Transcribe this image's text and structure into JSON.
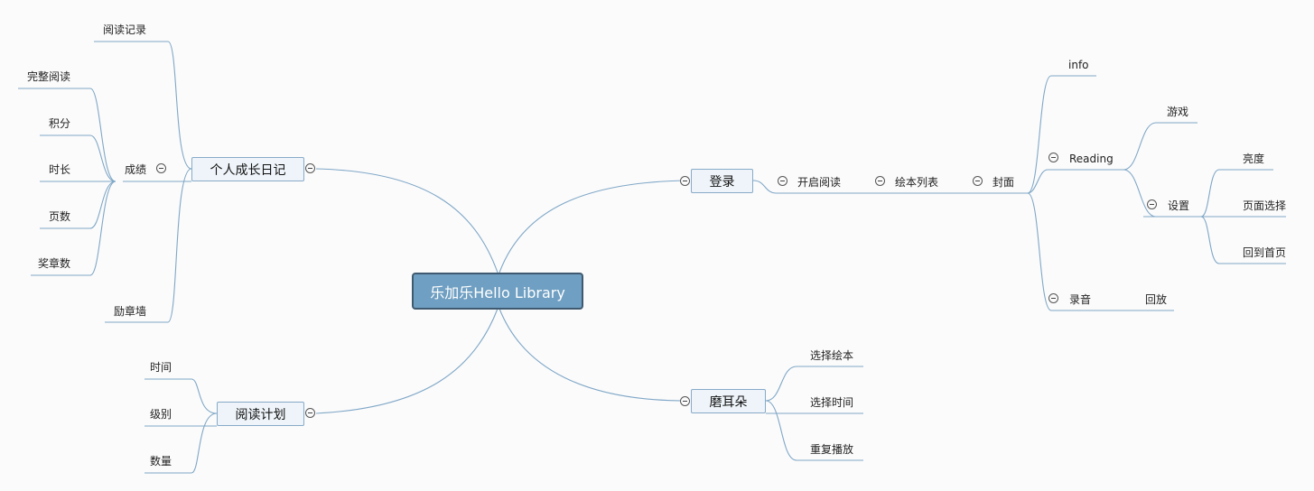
{
  "root": {
    "label": "乐加乐Hello Library"
  },
  "growth": {
    "label": "个人成长日记",
    "reading_record": "阅读记录",
    "score": "成绩",
    "score_items": [
      "完整阅读",
      "积分",
      "时长",
      "页数",
      "奖章数"
    ],
    "medal_wall": "励章墙"
  },
  "plan": {
    "label": "阅读计划",
    "items": [
      "时间",
      "级别",
      "数量"
    ]
  },
  "login": {
    "label": "登录",
    "open_reading": "开启阅读",
    "book_list": "绘本列表",
    "cover": "封面",
    "info": "info",
    "reading": {
      "label": "Reading",
      "game": "游戏",
      "settings": {
        "label": "设置",
        "items": [
          "亮度",
          "页面选择",
          "回到首页"
        ]
      }
    },
    "recording": {
      "label": "录音",
      "playback": "回放"
    }
  },
  "ears": {
    "label": "磨耳朵",
    "items": [
      "选择绘本",
      "选择时间",
      "重复播放"
    ]
  }
}
